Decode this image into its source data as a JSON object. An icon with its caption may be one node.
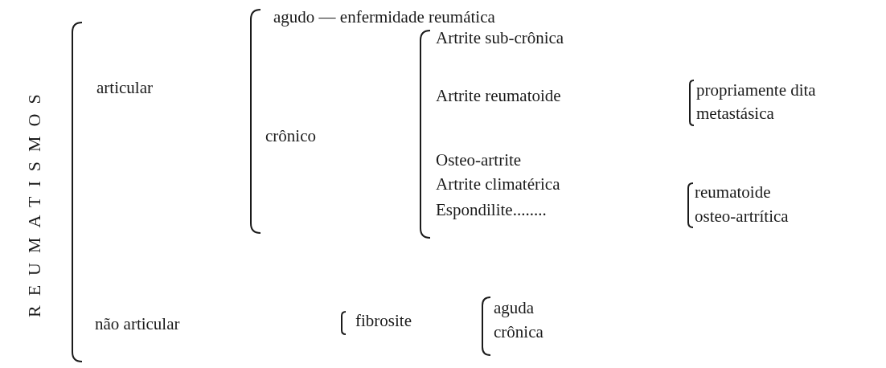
{
  "diagram": {
    "labels": [
      "REUMATISMOS",
      "agudo — enfermidade reumática",
      "Artrite sub-crônica",
      "articular",
      "Artrite reumatoide",
      "propriamente dita",
      "metastásica",
      "crônico",
      "Osteo-artrite",
      "Artrite climatérica",
      "reumatoide",
      "Espondilite........",
      "osteo-artrítica",
      "não articular",
      "fibrosite",
      "aguda",
      "crônica"
    ]
  }
}
